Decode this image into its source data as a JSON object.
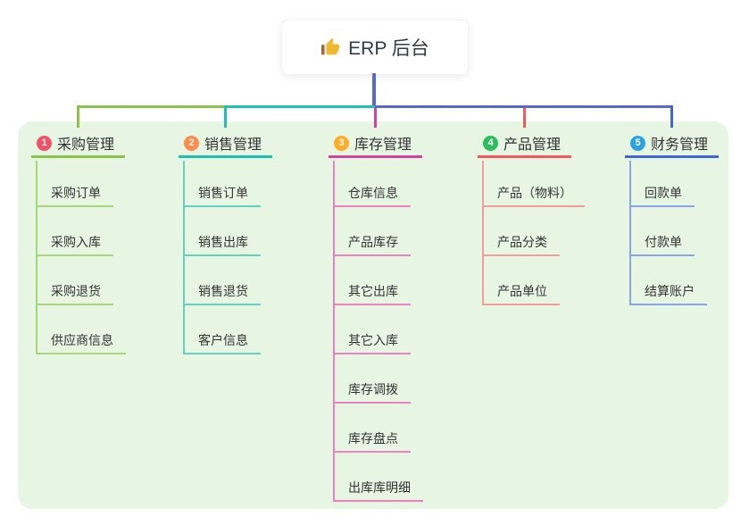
{
  "root": {
    "icon": "thumbs-up-icon",
    "label": "ERP 后台"
  },
  "branches": [
    {
      "number": "1",
      "label": "采购管理",
      "circle_color": "#f25268",
      "line_color": "#8bc34a",
      "light_color": "#a9d47b",
      "children": [
        "采购订单",
        "采购入库",
        "采购退货",
        "供应商信息"
      ]
    },
    {
      "number": "2",
      "label": "销售管理",
      "circle_color": "#ff8c4c",
      "line_color": "#1fc0b2",
      "light_color": "#66cfc3",
      "children": [
        "销售订单",
        "销售出库",
        "销售退货",
        "客户信息"
      ]
    },
    {
      "number": "3",
      "label": "库存管理",
      "circle_color": "#ffac29",
      "line_color": "#d6419d",
      "light_color": "#ee7fc0",
      "children": [
        "仓库信息",
        "产品库存",
        "其它出库",
        "其它入库",
        "库存调拨",
        "库存盘点",
        "出库库明细"
      ]
    },
    {
      "number": "4",
      "label": "产品管理",
      "circle_color": "#2dbd5d",
      "line_color": "#f8555c",
      "light_color": "#f59b9b",
      "children": [
        "产品（物料）",
        "产品分类",
        "产品单位"
      ]
    },
    {
      "number": "5",
      "label": "财务管理",
      "circle_color": "#2ba2e2",
      "line_color": "#4166d5",
      "light_color": "#8ba4e6",
      "children": [
        "回款单",
        "付款单",
        "结算账户"
      ]
    }
  ],
  "colors": {
    "panel_bg": "#e7f6e3",
    "root_line": "#5a68c9",
    "text": "#333333",
    "root_text": "#333a45",
    "thumb_gold": "#f2b82d",
    "thumb_sleeve": "#9a6b3f"
  }
}
